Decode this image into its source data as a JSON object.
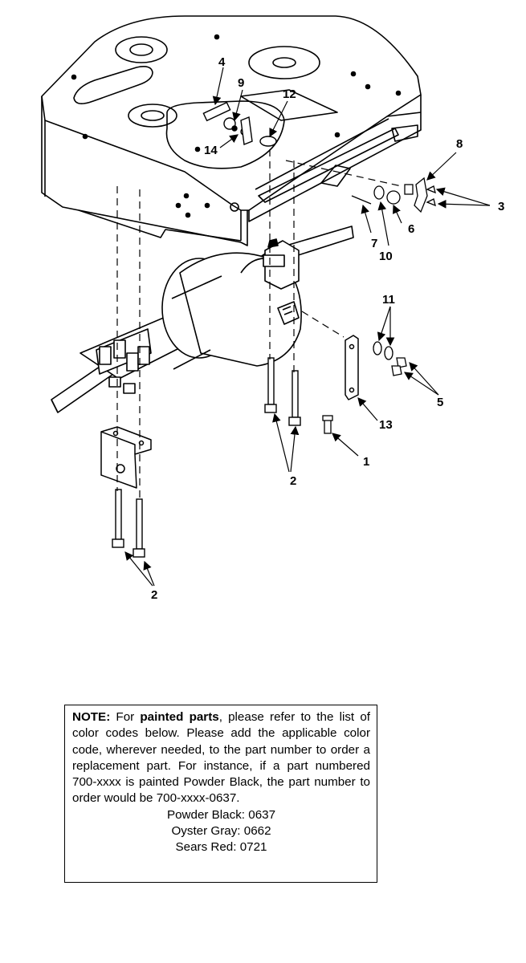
{
  "callouts": [
    "1",
    "2",
    "3",
    "4",
    "5",
    "6",
    "7",
    "8",
    "9",
    "10",
    "11",
    "12",
    "13",
    "14"
  ],
  "note": {
    "label": "NOTE:",
    "text_before": " For ",
    "emphasis": "painted parts",
    "text_after": ", please refer to the list of color codes below.  Please add the applicable color code, wherever needed, to the part number to order a replacement part.  For instance, if a part numbered 700-xxxx is painted Powder Black, the part number to order would be 700-xxxx-0637.",
    "color_codes": [
      "Powder Black: 0637",
      "Oyster Gray: 0662",
      "Sears Red: 0721"
    ]
  }
}
